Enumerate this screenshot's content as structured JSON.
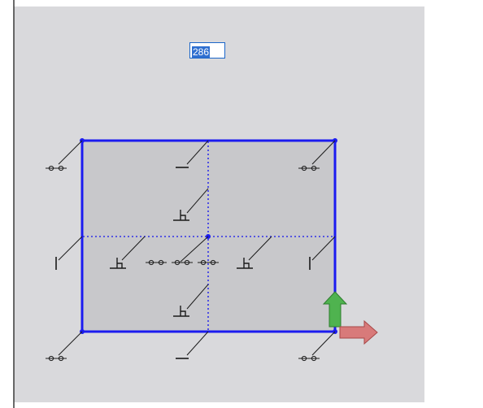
{
  "sketch": {
    "dimension_input": {
      "value": "286"
    },
    "colors": {
      "background": "#d9d9dc",
      "sketch_line": "#1b1bf0",
      "sketch_fill": "#c8c8cb",
      "centerline": "#3030e8",
      "relation_symbol": "#1a1a1a",
      "triad_x_arrow": "#d87a7a",
      "triad_y_arrow": "#4fb34f"
    },
    "relations": [
      {
        "kind": "coincident",
        "icon": "coincident-icon"
      },
      {
        "kind": "horizontal",
        "icon": "horizontal-icon"
      },
      {
        "kind": "vertical",
        "icon": "vertical-icon"
      },
      {
        "kind": "perpendicular",
        "icon": "perpendicular-icon"
      }
    ],
    "triad": {
      "x_arrow_icon": "x-axis-arrow-icon",
      "y_arrow_icon": "y-axis-arrow-icon"
    }
  }
}
